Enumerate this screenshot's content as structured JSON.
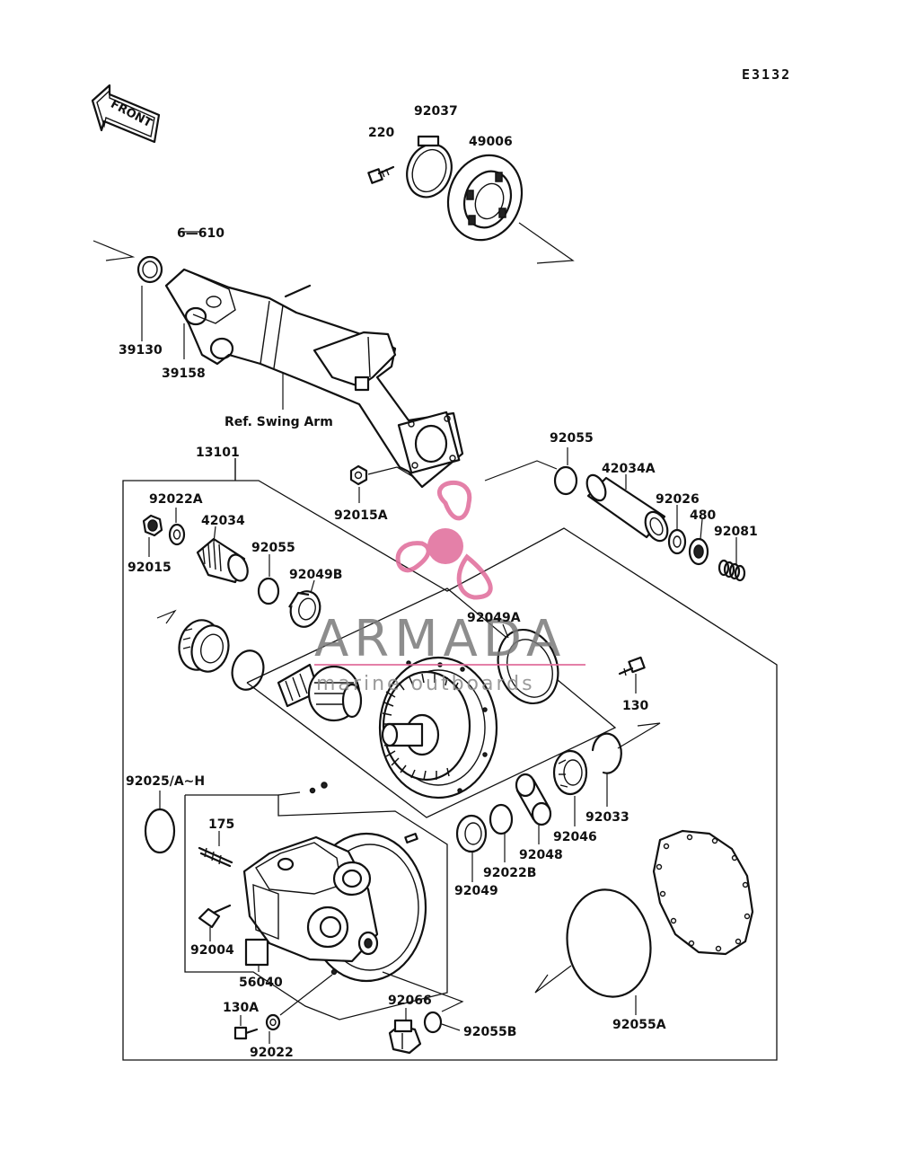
{
  "diagram_code": "E3132",
  "front_label": "FRONT",
  "reference_note": "Ref. Swing Arm",
  "watermark": {
    "brand": "ARMADA",
    "subtitle": "marine outboards",
    "color": "#e06a9a"
  },
  "parts": {
    "p220": "220",
    "p92037": "92037",
    "p49006": "49006",
    "p6_610": "6—610",
    "p39130": "39130",
    "p39158": "39158",
    "p13101": "13101",
    "p92055_top": "92055",
    "p42034A": "42034A",
    "p92015A": "92015A",
    "p92026": "92026",
    "p480": "480",
    "p92081": "92081",
    "p92022A": "92022A",
    "p42034": "42034",
    "p92015": "92015",
    "p92055_mid": "92055",
    "p92049B": "92049B",
    "p92049A": "92049A",
    "p130": "130",
    "p92025": "92025/A∼H",
    "p175": "175",
    "p92033": "92033",
    "p92046": "92046",
    "p92048": "92048",
    "p92022B": "92022B",
    "p92049": "92049",
    "p92004": "92004",
    "p56040": "56040",
    "p130A": "130A",
    "p92022": "92022",
    "p92066": "92066",
    "p92055B": "92055B",
    "p92055A": "92055A"
  }
}
